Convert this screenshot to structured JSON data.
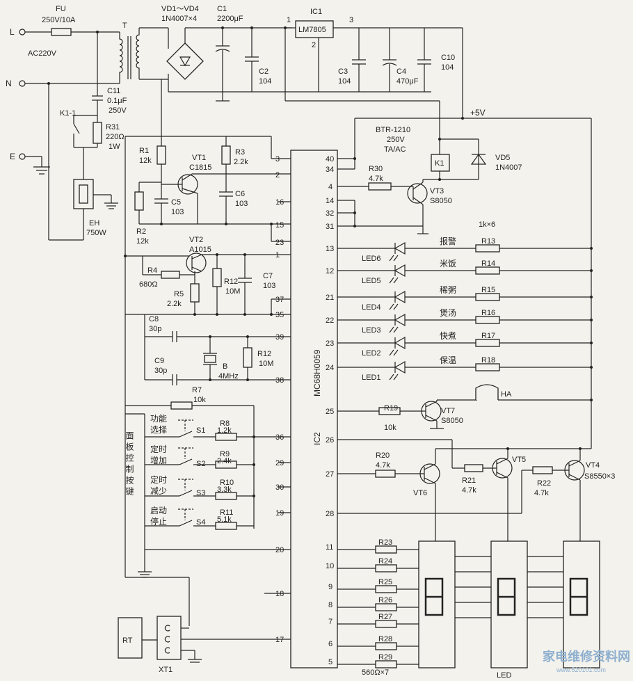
{
  "mains": {
    "l": "L",
    "n": "N",
    "e": "E",
    "voltage": "AC220V"
  },
  "fuse": {
    "ref": "FU",
    "value": "250V/10A"
  },
  "transformer": {
    "ref": "T"
  },
  "bridge": {
    "ref": "VD1～VD4",
    "value": "1N4007×4"
  },
  "caps": {
    "c1": {
      "ref": "C1",
      "value": "2200μF"
    },
    "c2": {
      "ref": "C2",
      "value": "104"
    },
    "c3": {
      "ref": "C3",
      "value": "104"
    },
    "c4": {
      "ref": "C4",
      "value": "470μF"
    },
    "c10": {
      "ref": "C10",
      "value": "104"
    },
    "c11": {
      "ref": "C11",
      "value1": "0.1μF",
      "value2": "250V"
    },
    "c5": {
      "ref": "C5",
      "value": "103"
    },
    "c6": {
      "ref": "C6",
      "value": "103"
    },
    "c7": {
      "ref": "C7",
      "value": "103"
    },
    "c8": {
      "ref": "C8",
      "value": "30p"
    },
    "c9": {
      "ref": "C9",
      "value": "30p"
    }
  },
  "ic1": {
    "ref": "IC1",
    "part": "LM7805",
    "pin1": "1",
    "pin2": "2",
    "pin3": "3"
  },
  "supply": {
    "v5": "+5V"
  },
  "relay": {
    "ref": "K1",
    "model": "BTR-1210",
    "rating1": "250V",
    "rating2": "TA/AC",
    "contact": "K1-1"
  },
  "vd5": {
    "ref": "VD5",
    "value": "1N4007"
  },
  "r31": {
    "ref": "R31",
    "value1": "220Ω",
    "value2": "1W"
  },
  "heater": {
    "ref": "EH",
    "value": "750W"
  },
  "res": {
    "r1": {
      "ref": "R1",
      "value": "12k"
    },
    "r2": {
      "ref": "R2",
      "value": "12k"
    },
    "r3": {
      "ref": "R3",
      "value": "2.2k"
    },
    "r4": {
      "ref": "R4",
      "value": "680Ω"
    },
    "r5": {
      "ref": "R5",
      "value": "2.2k"
    },
    "r12a": {
      "ref": "R12",
      "value": "10M"
    },
    "r12b": {
      "ref": "R12",
      "value": "10M"
    },
    "r7": {
      "ref": "R7",
      "value": "10k"
    },
    "r8": {
      "ref": "R8",
      "value": "1.2k"
    },
    "r9": {
      "ref": "R9",
      "value": "2.4k"
    },
    "r10": {
      "ref": "R10",
      "value": "3.3k"
    },
    "r11": {
      "ref": "R11",
      "value": "5.1k"
    },
    "r30": {
      "ref": "R30",
      "value": "4.7k"
    },
    "r19": {
      "ref": "R19",
      "value": "10k"
    },
    "r20": {
      "ref": "R20",
      "value": "4.7k"
    },
    "r21": {
      "ref": "R21",
      "value": "4.7k"
    },
    "r22": {
      "ref": "R22",
      "value": "4.7k"
    },
    "led_res_note": "1k×6",
    "seg_res_note": "560Ω×7"
  },
  "transistors": {
    "vt1": {
      "ref": "VT1",
      "part": "C1815"
    },
    "vt2": {
      "ref": "VT2",
      "part": "A1015"
    },
    "vt3": {
      "ref": "VT3",
      "part": "S8050"
    },
    "vt7": {
      "ref": "VT7",
      "part": "S8050"
    },
    "vt4": {
      "ref": "VT4",
      "part": "S8550×3"
    },
    "vt5": {
      "ref": "VT5"
    },
    "vt6": {
      "ref": "VT6"
    }
  },
  "crystal": {
    "ref": "B",
    "value": "4MHz"
  },
  "ic2": {
    "ref": "IC2",
    "part": "MC68H0059",
    "left_pins": [
      "3",
      "2",
      "16",
      "15",
      "23",
      "1",
      "37",
      "35",
      "39",
      "38",
      "36",
      "29",
      "30",
      "19",
      "20",
      "18",
      "17"
    ],
    "right_pins": [
      "40",
      "34",
      "4",
      "14",
      "32",
      "31",
      "13",
      "12",
      "21",
      "22",
      "23",
      "24",
      "25",
      "26",
      "27",
      "28",
      "11",
      "10",
      "9",
      "8",
      "7",
      "6",
      "5"
    ]
  },
  "leds": [
    {
      "ref": "LED6",
      "label": "报警",
      "res": "R13"
    },
    {
      "ref": "LED5",
      "label": "米饭",
      "res": "R14"
    },
    {
      "ref": "LED4",
      "label": "稀粥",
      "res": "R15"
    },
    {
      "ref": "LED3",
      "label": "煲汤",
      "res": "R16"
    },
    {
      "ref": "LED2",
      "label": "快煮",
      "res": "R17"
    },
    {
      "ref": "LED1",
      "label": "保温",
      "res": "R18"
    }
  ],
  "seg_res": [
    "R23",
    "R24",
    "R25",
    "R26",
    "R27",
    "R28",
    "R29"
  ],
  "buzzer": {
    "ref": "HA"
  },
  "panel": {
    "title": "面板控制按键",
    "keys": [
      {
        "line1": "功能",
        "line2": "选择",
        "ref": "S1"
      },
      {
        "line1": "定时",
        "line2": "增加",
        "ref": "S2"
      },
      {
        "line1": "定时",
        "line2": "减少",
        "ref": "S3"
      },
      {
        "line1": "启动",
        "line2": "停止",
        "ref": "S4"
      }
    ]
  },
  "sensor": {
    "ref": "RT",
    "connector": "XT1"
  },
  "display": {
    "ref": "LED"
  },
  "watermark": {
    "text": "家电维修资料网",
    "url": "www.520101.com"
  }
}
